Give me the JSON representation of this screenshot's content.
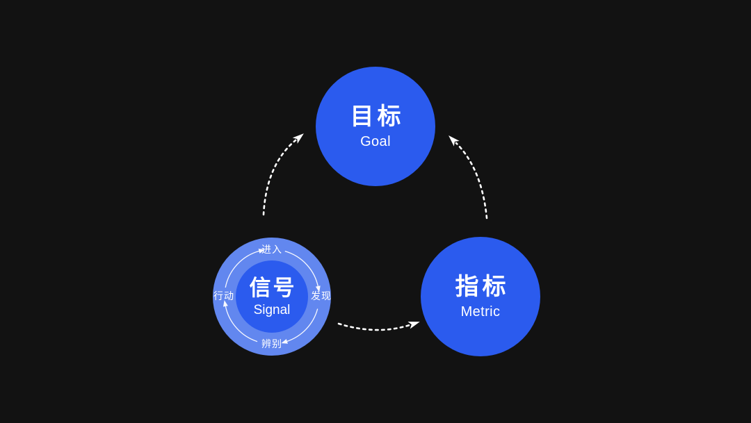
{
  "colors": {
    "bg": "#121212",
    "primary_blue": "#2B5BEE",
    "light_blue": "#6287EF",
    "text_white": "#FFFFFF"
  },
  "nodes": {
    "goal": {
      "title_zh": "目标",
      "title_en": "Goal"
    },
    "metric": {
      "title_zh": "指标",
      "title_en": "Metric"
    },
    "signal": {
      "title_zh": "信号",
      "title_en": "Signal"
    }
  },
  "signal_cycle": {
    "top": "进入",
    "right": "发现",
    "bottom": "辨别",
    "left": "行动"
  }
}
